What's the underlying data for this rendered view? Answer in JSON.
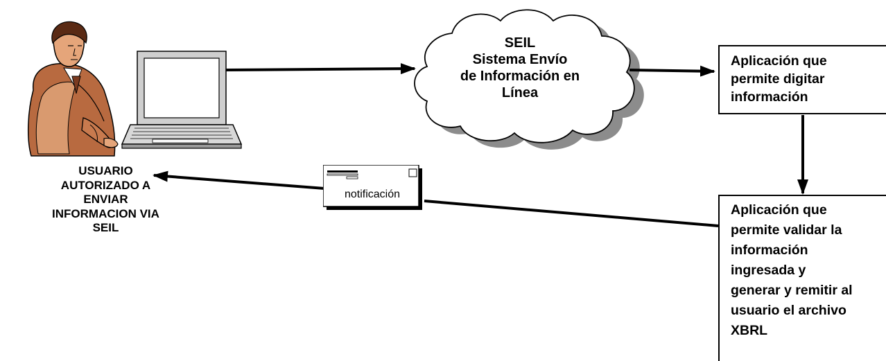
{
  "user": {
    "label": "USUARIO\nAUTORIZADO A\nENVIAR\nINFORMACION VIA\nSEIL"
  },
  "cloud": {
    "label": "SEIL\nSistema Envío\nde Información en\nLínea"
  },
  "box_digitar": {
    "label": "Aplicación que\npermite digitar\ninformación"
  },
  "box_validar": {
    "label": "Aplicación que\npermite validar la\ninformación\ningresada y\ngenerar y remitir al\nusuario el archivo\nXBRL"
  },
  "notification": {
    "label": "notificación"
  },
  "colors": {
    "figure_skin": "#c87a4e",
    "figure_suit": "#b86a40",
    "cloud_shadow": "#8c8c8c",
    "laptop_frame": "#9a9a9a"
  },
  "icons": [
    "user-figure-icon",
    "laptop-icon",
    "cloud-shape",
    "envelope-icon"
  ]
}
